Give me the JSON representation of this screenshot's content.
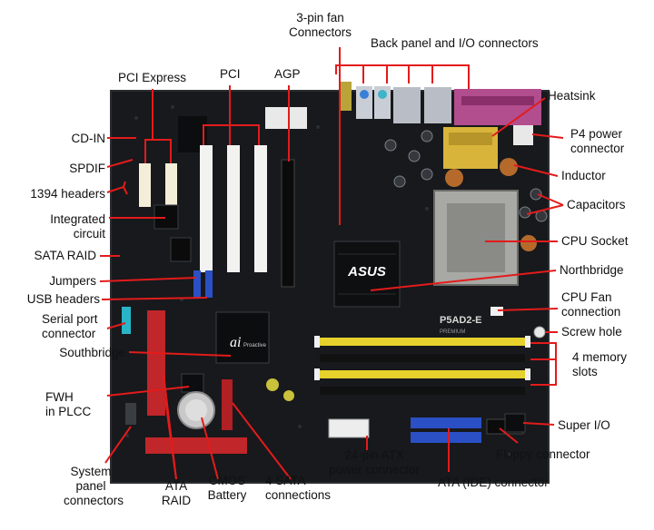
{
  "colors": {
    "leader": "#e31b1b",
    "board": "#16181b",
    "slot_white": "#f2f2f0",
    "slot_yellow": "#e7d12c",
    "ide_blue": "#2b4fc4",
    "pci_red": "#c0262a",
    "heatsink_gold": "#d8b43a"
  },
  "labels": {
    "fan_connectors": "3-pin fan\nConnectors",
    "back_panel": "Back panel and I/O connectors",
    "pci_express": "PCI Express",
    "pci": "PCI",
    "agp": "AGP",
    "heatsink": "Heatsink",
    "p4_power": "P4 power\nconnector",
    "cd_in": "CD-IN",
    "spdif": "SPDIF",
    "headers_1394": "1394 headers",
    "inductor": "Inductor",
    "capacitors": "Capacitors",
    "integrated_circuit": "Integrated\ncircuit",
    "cpu_socket": "CPU Socket",
    "sata_raid": "SATA RAID",
    "northbridge": "Northbridge",
    "jumpers": "Jumpers",
    "usb_headers": "USB headers",
    "cpu_fan": "CPU Fan\nconnection",
    "serial_port": "Serial port\nconnector",
    "screw_hole": "Screw hole",
    "southbridge": "Southbridge",
    "memory_slots": "4 memory\nslots",
    "fwh": "FWH\nin PLCC",
    "super_io": "Super I/O",
    "floppy": "Floppy  connector",
    "system_panel": "System\npanel\nconnectors",
    "ata_raid": "ATA\nRAID",
    "cmos": "CMOS\nBattery",
    "sata4": "4 SATA\nconnections",
    "atx24": "24-pin ATX\npower connector",
    "ata_ide": "ATA (IDE) connector"
  },
  "board_text": {
    "brand": "ASUS",
    "model": "P5AD2-E",
    "model_sub": "PREMIUM",
    "ai_logo": "ai",
    "ai_sub": "Proactive"
  }
}
